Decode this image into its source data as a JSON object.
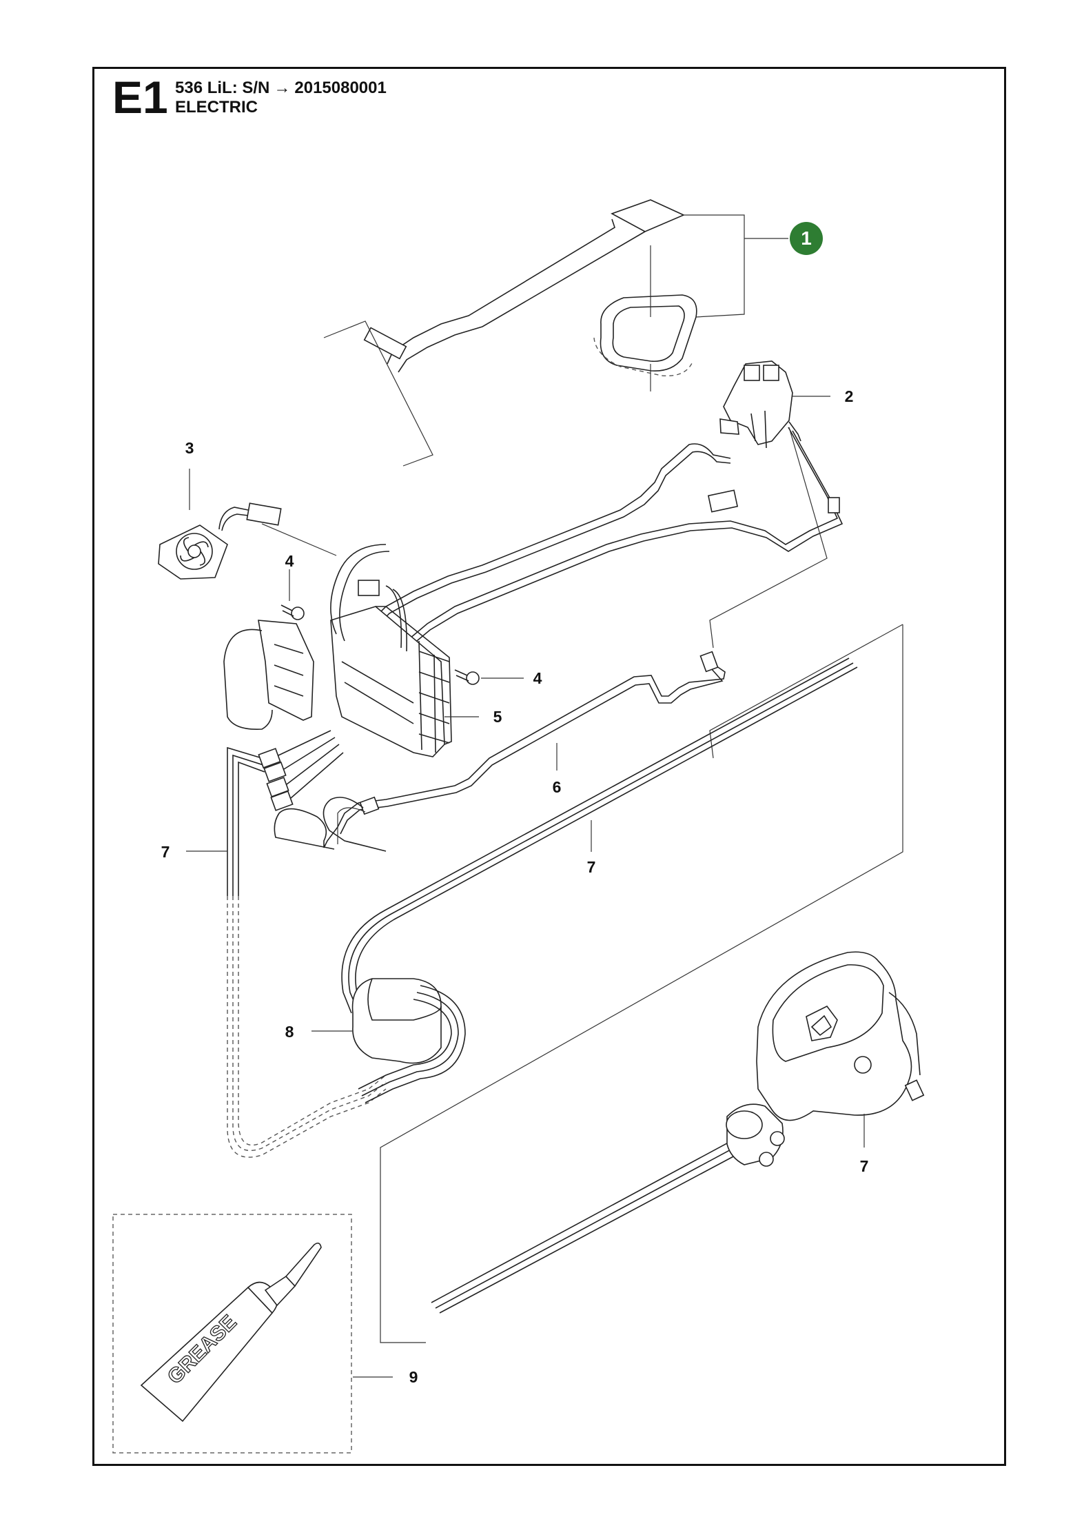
{
  "header": {
    "code": "E1",
    "model_line": "536 LiL: S/N",
    "arrow": "→",
    "serial": "2015080001",
    "section": "ELECTRIC"
  },
  "callouts": [
    {
      "id": "c1",
      "label": "1",
      "highlight": true
    },
    {
      "id": "c2",
      "label": "2"
    },
    {
      "id": "c3",
      "label": "3"
    },
    {
      "id": "c4a",
      "label": "4"
    },
    {
      "id": "c4b",
      "label": "4"
    },
    {
      "id": "c5",
      "label": "5"
    },
    {
      "id": "c6",
      "label": "6"
    },
    {
      "id": "c7a",
      "label": "7"
    },
    {
      "id": "c7b",
      "label": "7"
    },
    {
      "id": "c7c",
      "label": "7"
    },
    {
      "id": "c8",
      "label": "8"
    },
    {
      "id": "c9",
      "label": "9"
    }
  ],
  "grease_label": "GREASE",
  "colors": {
    "highlight": "#2e7d32",
    "line": "#222222"
  }
}
